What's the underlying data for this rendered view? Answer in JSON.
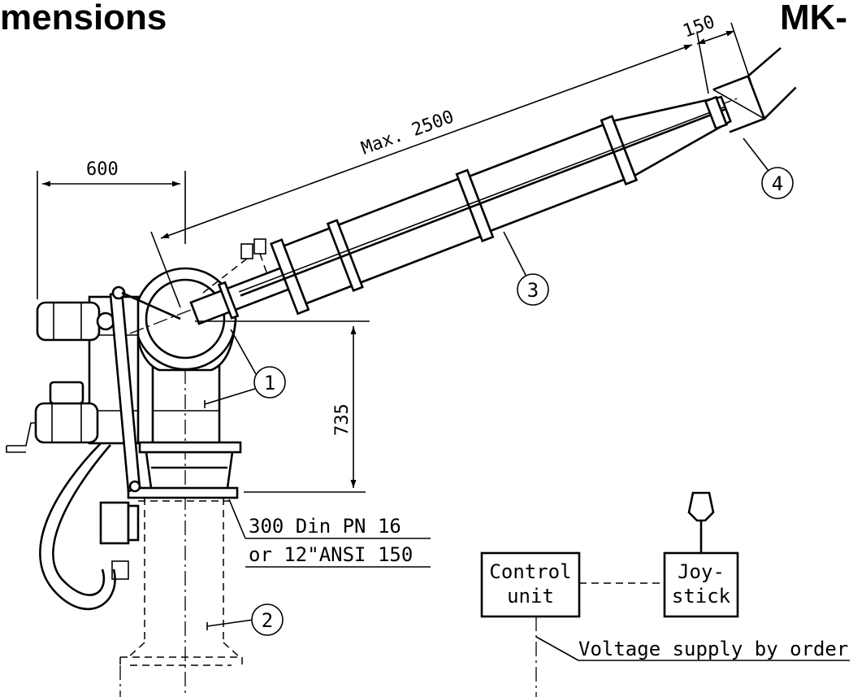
{
  "header": {
    "title_left": "mensions",
    "title_right": "MK-"
  },
  "dimensions": {
    "reach": "Max. 2500",
    "nozzle": "150",
    "offset": "600",
    "height": "735"
  },
  "callouts": [
    {
      "number": "1"
    },
    {
      "number": "2"
    },
    {
      "number": "3"
    },
    {
      "number": "4"
    }
  ],
  "flange": {
    "line1": "300 Din PN 16",
    "line2": "or 12\"ANSI 150"
  },
  "control": {
    "unit_line1": "Control",
    "unit_line2": "unit",
    "joystick_line1": "Joy-",
    "joystick_line2": "stick"
  },
  "voltage": "Voltage supply by order"
}
